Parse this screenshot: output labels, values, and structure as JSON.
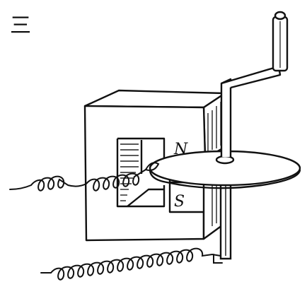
{
  "figure": {
    "number_label": "三",
    "pole_labels": {
      "north": "N",
      "south": "S"
    }
  },
  "colors": {
    "ink": "#111111",
    "paper": "#ffffff",
    "shade": "#222222"
  }
}
